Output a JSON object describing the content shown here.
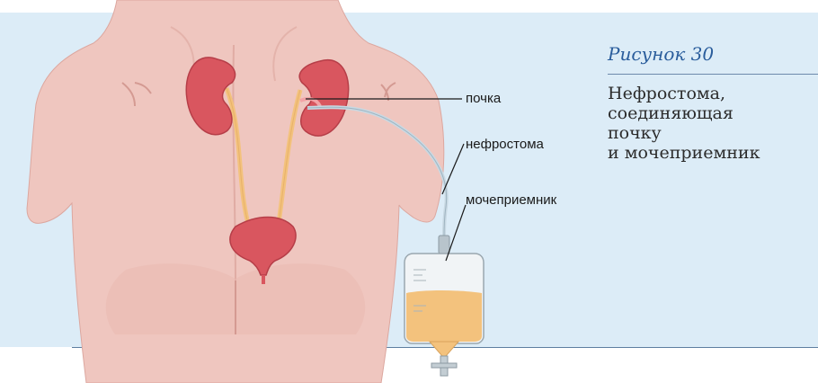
{
  "figure": {
    "number_label": "Рисунок 30",
    "caption": "Нефростома,\nсоединяющая\nпочку\nи мочеприемник"
  },
  "labels": {
    "kidney": "почка",
    "nephrostomy": "нефростома",
    "urine_bag": "мочеприемник"
  },
  "colors": {
    "panel_background": "#dcecf7",
    "title_accent": "#2a5d9c",
    "skin": "#efc6bf",
    "kidney": "#d9565f",
    "urine": "#f3c27d"
  }
}
